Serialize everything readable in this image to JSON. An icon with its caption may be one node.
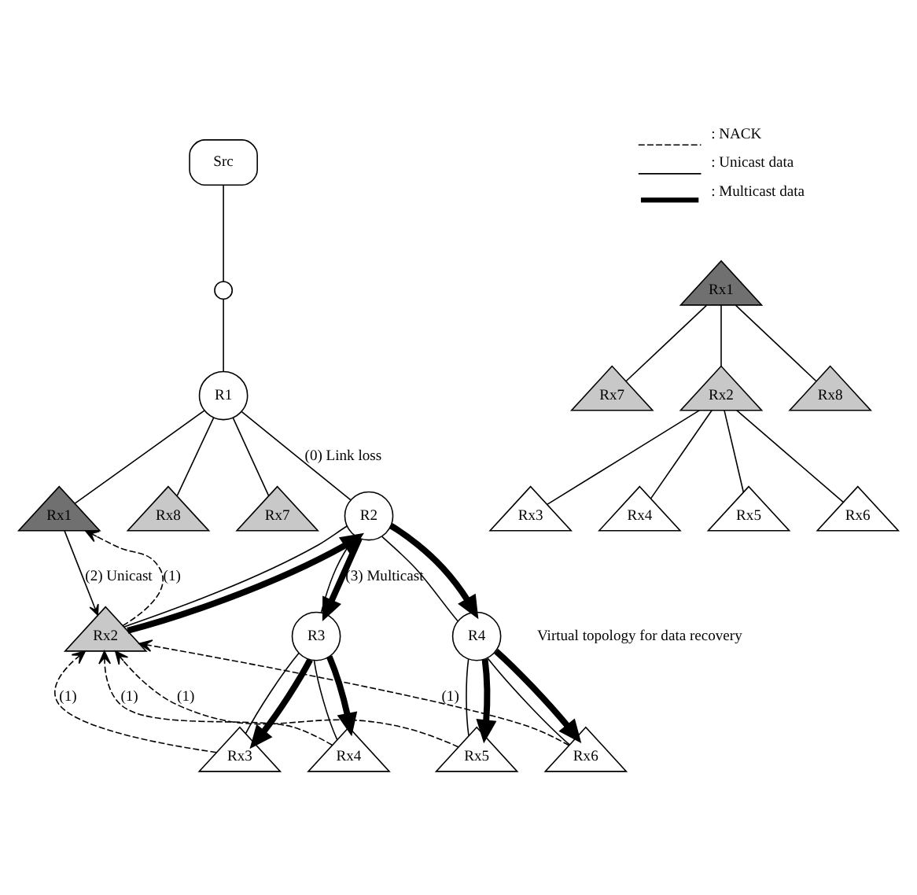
{
  "diagram": {
    "nodes": [
      {
        "text": [
          "Src"
        ]
      },
      {
        "text": [],
        "shape": "circle"
      },
      {
        "text": [
          "R1"
        ]
      },
      {
        "text": [
          "Rx1"
        ]
      },
      {
        "text": [
          "Rx8"
        ]
      },
      {
        "text": [
          "Rx7"
        ]
      },
      {
        "text": [
          "R2"
        ]
      },
      {
        "text": [
          "Rx2"
        ]
      },
      {
        "text": [
          "R3"
        ]
      },
      {
        "text": [
          "R4"
        ]
      },
      {
        "text": [
          "Rx3"
        ]
      },
      {
        "text": [
          "Rx4"
        ]
      },
      {
        "text": [
          "Rx5"
        ]
      },
      {
        "text": [
          "Rx6"
        ]
      },
      {
        "text": [
          "Rx1"
        ]
      },
      {
        "text": [
          "Rx7"
        ]
      },
      {
        "text": [
          "Rx2"
        ]
      },
      {
        "text": [
          "Rx8"
        ]
      },
      {
        "text": [
          "Rx3"
        ]
      },
      {
        "text": [
          "Rx4"
        ]
      },
      {
        "text": [
          "Rx5"
        ]
      },
      {
        "text": [
          "Rx6"
        ]
      }
    ],
    "edges": [
      {
        "from": 0,
        "to": 1,
        "arrow": "none"
      },
      {
        "from": 1,
        "to": 2,
        "arrow": "none"
      },
      {
        "from": 2,
        "to": 3,
        "arrow": "none"
      },
      {
        "from": 2,
        "to": 4,
        "arrow": "none"
      },
      {
        "from": 2,
        "to": 5,
        "arrow": "none"
      },
      {
        "from": 2,
        "to": 6,
        "label": "(0) Link loss",
        "arrow": "none"
      },
      {
        "from": 6,
        "to": 7,
        "arrow": "none"
      },
      {
        "from": 6,
        "to": 8,
        "arrow": "none"
      },
      {
        "from": 6,
        "to": 9,
        "arrow": "none"
      },
      {
        "from": 8,
        "to": 10,
        "arrow": "none"
      },
      {
        "from": 8,
        "to": 11,
        "arrow": "none"
      },
      {
        "from": 9,
        "to": 12,
        "arrow": "none"
      },
      {
        "from": 9,
        "to": 13,
        "arrow": "none"
      },
      {
        "from": 7,
        "to": 3,
        "label": "(1)",
        "arrow": "to",
        "style": "dashed"
      },
      {
        "from": 10,
        "to": 7,
        "label": "(1)",
        "arrow": "to",
        "style": "dashed"
      },
      {
        "from": 11,
        "to": 7,
        "label": "(1)",
        "arrow": "to",
        "style": "dashed"
      },
      {
        "from": 12,
        "to": 7,
        "label": "(1)",
        "arrow": "to",
        "style": "dashed"
      },
      {
        "from": 13,
        "to": 7,
        "label": "(1)",
        "arrow": "to",
        "style": "dashed"
      },
      {
        "from": 3,
        "to": 7,
        "label": "(2) Unicast",
        "arrow": "to"
      },
      {
        "from": 7,
        "to": 6,
        "arrow": "to",
        "style": "thick"
      },
      {
        "from": 6,
        "to": 8,
        "label": "(3) Multicast",
        "arrow": "to",
        "style": "thick"
      },
      {
        "from": 6,
        "to": 9,
        "arrow": "to",
        "style": "thick"
      },
      {
        "from": 8,
        "to": 10,
        "arrow": "to",
        "style": "thick"
      },
      {
        "from": 8,
        "to": 11,
        "arrow": "to",
        "style": "thick"
      },
      {
        "from": 9,
        "to": 12,
        "arrow": "to",
        "style": "thick"
      },
      {
        "from": 9,
        "to": 13,
        "arrow": "to",
        "style": "thick"
      },
      {
        "from": 14,
        "to": 15,
        "arrow": "none"
      },
      {
        "from": 14,
        "to": 16,
        "arrow": "none"
      },
      {
        "from": 14,
        "to": 17,
        "arrow": "none"
      },
      {
        "from": 16,
        "to": 18,
        "arrow": "none"
      },
      {
        "from": 16,
        "to": 19,
        "arrow": "none"
      },
      {
        "from": 16,
        "to": 20,
        "arrow": "none"
      },
      {
        "from": 16,
        "to": 21,
        "arrow": "none"
      }
    ],
    "labels": [
      "Virtual topology for data recovery"
    ],
    "legend": [
      {
        "text": ": NACK"
      },
      {
        "text": ": Unicast data"
      },
      {
        "text": ": Multicast data"
      }
    ]
  }
}
